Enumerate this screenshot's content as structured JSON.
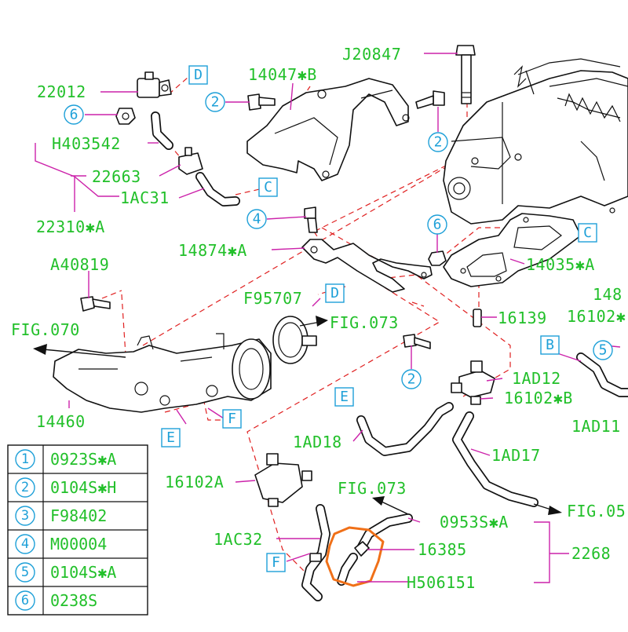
{
  "diagram": {
    "title": "Intake manifold / throttle body / vacuum hose parts diagram",
    "colors": {
      "label": "#22c02a",
      "callout": "#1ea0d8",
      "leader": "#cc22aa",
      "dashed": "#e02020",
      "highlight": "#f07018",
      "line": "#111111"
    },
    "part_labels": {
      "p22012": "22012",
      "pH403542": "H403542",
      "p22663": "22663",
      "p1AC31": "1AC31",
      "p22310A": "22310✱A",
      "p14047B": "14047✱B",
      "pJ20847": "J20847",
      "p14874A": "14874✱A",
      "pA40819": "A40819",
      "pF95707": "F95707",
      "pFIG070": "FIG.070",
      "pFIG073a": "FIG.073",
      "p14460": "14460",
      "p14035A": "14035✱A",
      "p16139": "16139",
      "p148": "148",
      "p16102": "16102✱",
      "p1AD12": "1AD12",
      "p16102B": "16102✱B",
      "p1AD11": "1AD11",
      "p1AD18": "1AD18",
      "p1AD17": "1AD17",
      "p16102A": "16102A",
      "pFIG073b": "FIG.073",
      "pFIG05": "FIG.05",
      "p1AC32": "1AC32",
      "p0953SA": "0953S✱A",
      "p16385": "16385",
      "p2268": "2268",
      "pH506151": "H506151"
    },
    "callouts": {
      "c6a": "6",
      "c2a": "2",
      "c2b": "2",
      "c4": "4",
      "c6b": "6",
      "c2c": "2",
      "c5": "5"
    },
    "ref_boxes": {
      "rD1": "D",
      "rC1": "C",
      "rC2": "C",
      "rD2": "D",
      "rB": "B",
      "rE1": "E",
      "rE2": "E",
      "rF1": "F",
      "rF2": "F"
    },
    "legend": [
      {
        "num": "1",
        "part": "0923S✱A"
      },
      {
        "num": "2",
        "part": "0104S✱H"
      },
      {
        "num": "3",
        "part": "F98402"
      },
      {
        "num": "4",
        "part": "M00004"
      },
      {
        "num": "5",
        "part": "0104S✱A"
      },
      {
        "num": "6",
        "part": "0238S"
      }
    ]
  }
}
